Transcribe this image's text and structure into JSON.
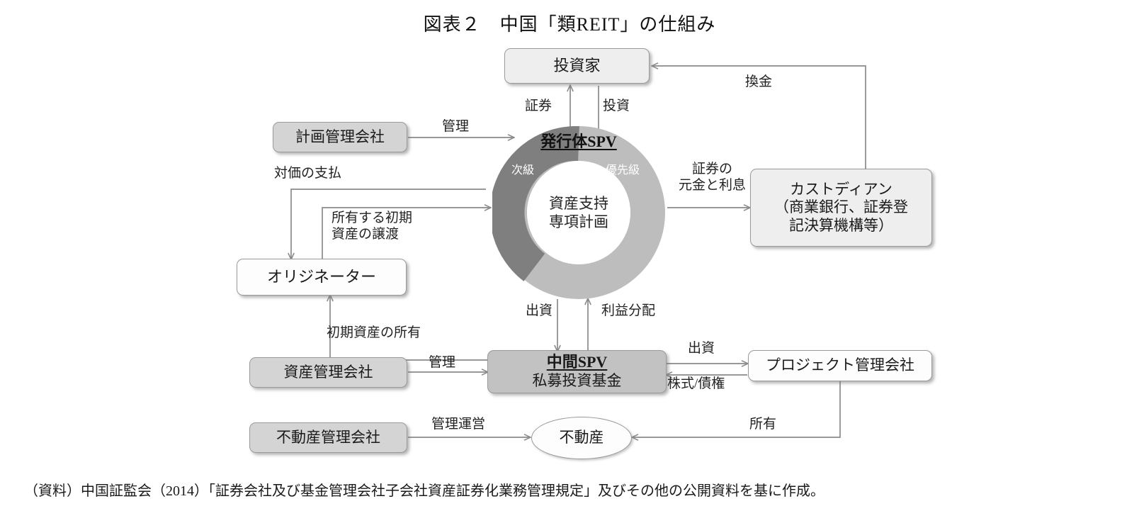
{
  "title": "図表２　中国「類REIT」の仕組み",
  "footer": "（資料）中国証監会（2014）「証券会社及び基金管理会社子会社資産証券化業務管理規定」及びその他の公開資料を基に作成。",
  "colors": {
    "page_background": "#ffffff",
    "node_border": "#9a9a9a",
    "node_white": "#fdfdfd",
    "node_light": "#eeeeee",
    "node_gray": "#d4d4d4",
    "node_darkgray": "#c2c2c2",
    "ring_senior": "#bdbdbd",
    "ring_subordinated": "#7f7f7f",
    "line": "#8a8a8a",
    "text": "#1a1a1a"
  },
  "nodes": {
    "investor": {
      "label": "投資家"
    },
    "plan_manager": {
      "label": "計画管理会社"
    },
    "originator": {
      "label": "オリジネーター"
    },
    "custodian": {
      "line1": "カストディアン",
      "line2": "（商業銀行、証券登",
      "line3": "記決算機構等）"
    },
    "asset_manager": {
      "label": "資産管理会社"
    },
    "intermediate_spv": {
      "line1": "中間SPV",
      "line2": "私募投資基金"
    },
    "project_manager": {
      "label": "プロジェクト管理会社"
    },
    "property_manager": {
      "label": "不動産管理会社"
    },
    "real_estate": {
      "label": "不動産"
    }
  },
  "donut": {
    "spv_title": "発行体SPV",
    "center_line1": "資産支持",
    "center_line2": "専項計画",
    "segment_subordinated": "次級",
    "segment_senior": "優先級"
  },
  "chart_data": {
    "type": "pie",
    "title": "発行体SPV（資産支持専項計画）",
    "categories": [
      "次級",
      "優先級"
    ],
    "values": [
      39,
      61
    ],
    "colors": [
      "#7f7f7f",
      "#bdbdbd"
    ],
    "legend": "in-slice labels",
    "note": "donut chart; center label 資産支持専項計画"
  },
  "edges": {
    "securities": "証券",
    "investment": "投資",
    "redemption": "換金",
    "management_plan": "管理",
    "payment_consideration": "対価の支払",
    "asset_transfer_line1": "所有する初期",
    "asset_transfer_line2": "資産の譲渡",
    "securities_principal_line1": "証券の",
    "securities_principal_line2": "元金と利息",
    "initial_asset_ownership": "初期資産の所有",
    "management_asset": "管理",
    "contribution_to_spv": "出資",
    "profit_distribution": "利益分配",
    "contribution_to_project": "出資",
    "shares_bonds": "株式/債権",
    "management_operation": "管理運営",
    "ownership": "所有"
  }
}
